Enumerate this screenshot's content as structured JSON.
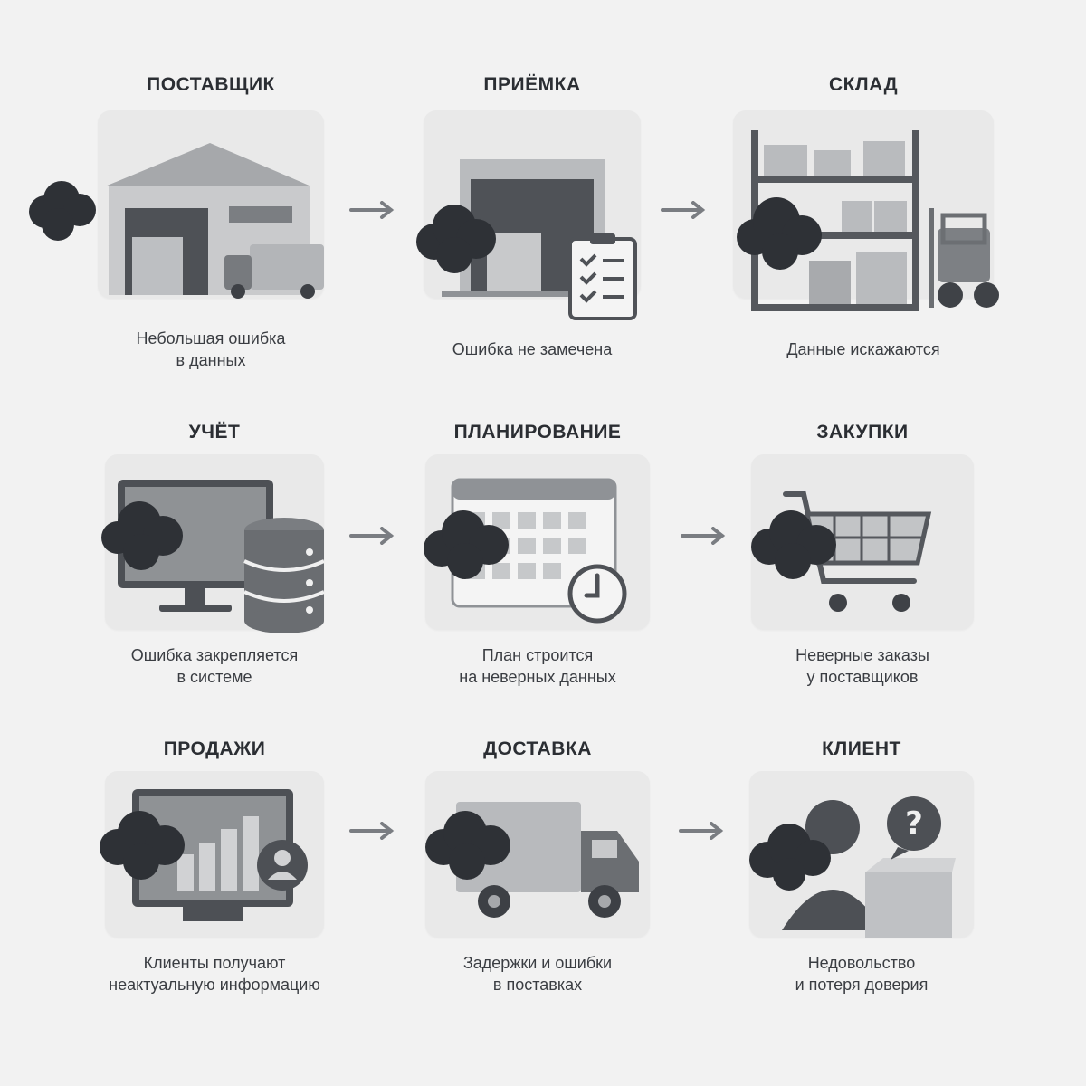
{
  "steps": [
    {
      "title": "ПОСТАВЩИК",
      "caption": [
        "Небольшая ошибка",
        "в данных"
      ],
      "icon": "warehouse-truck-icon"
    },
    {
      "title": "ПРИЁМКА",
      "caption": [
        "Ошибка не замечена"
      ],
      "icon": "receiving-dock-icon"
    },
    {
      "title": "СКЛАД",
      "caption": [
        "Данные искажаются"
      ],
      "icon": "shelving-forklift-icon"
    },
    {
      "title": "УЧЁТ",
      "caption": [
        "Ошибка закрепляется",
        "в системе"
      ],
      "icon": "monitor-database-icon"
    },
    {
      "title": "ПЛАНИРОВАНИЕ",
      "caption": [
        "План строится",
        "на неверных данных"
      ],
      "icon": "calendar-clock-icon"
    },
    {
      "title": "ЗАКУПКИ",
      "caption": [
        "Неверные заказы",
        "у поставщиков"
      ],
      "icon": "shopping-cart-icon"
    },
    {
      "title": "ПРОДАЖИ",
      "caption": [
        "Клиенты получают",
        "неактуальную информацию"
      ],
      "icon": "sales-dashboard-icon"
    },
    {
      "title": "ДОСТАВКА",
      "caption": [
        "Задержки и ошибки",
        "в поставках"
      ],
      "icon": "delivery-truck-icon"
    },
    {
      "title": "КЛИЕНТ",
      "caption": [
        "Недовольство",
        "и потеря доверия"
      ],
      "icon": "customer-question-icon"
    }
  ],
  "colors": {
    "background": "#f2f2f2",
    "card": "#e9e9e9",
    "cloud": "#2e3136",
    "icon_dark": "#505358",
    "icon_mid": "#8a8d91",
    "icon_light": "#c4c6c8",
    "arrow": "#7a7d82"
  }
}
